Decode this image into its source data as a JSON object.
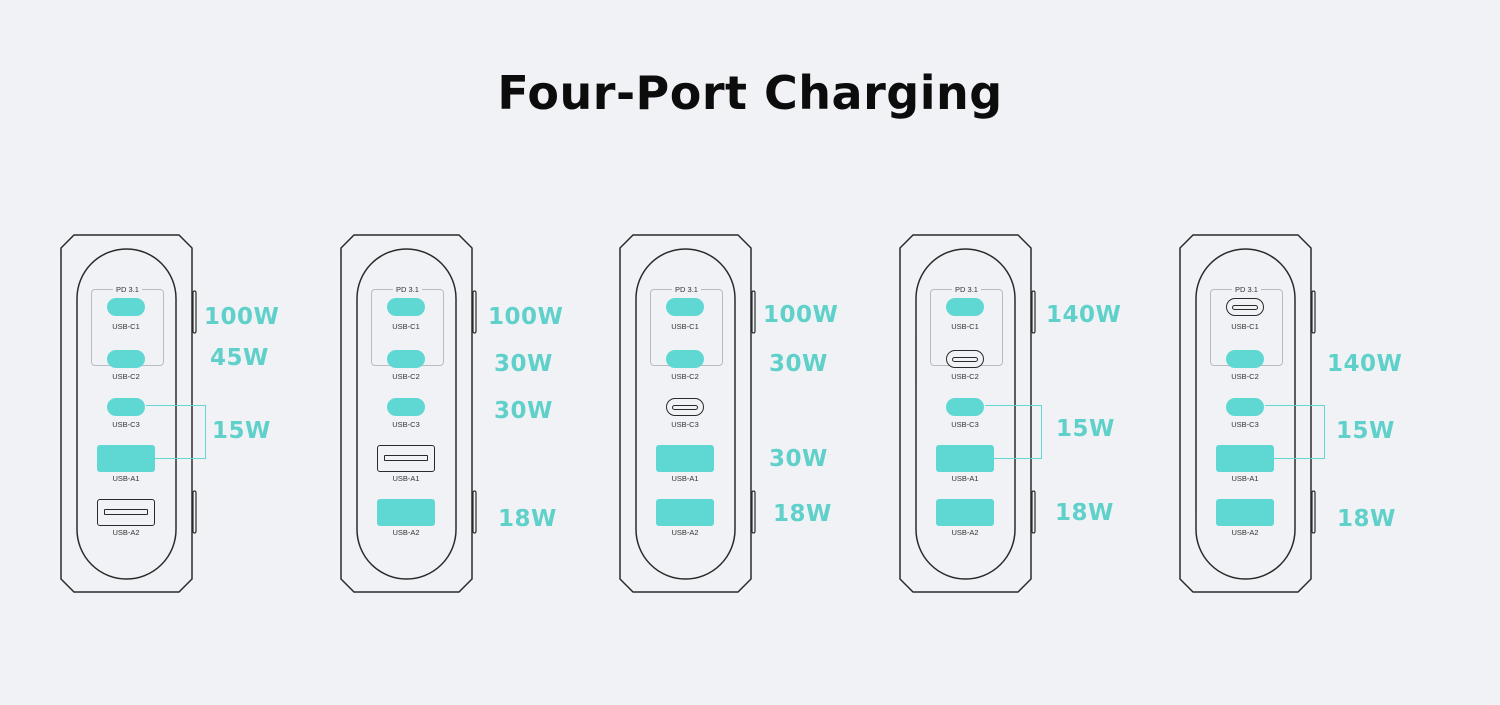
{
  "title": "Four-Port Charging",
  "accent_color": "#5fd8d4",
  "pd_label": "PD 3.1",
  "port_labels": {
    "c1": "USB-C1",
    "c2": "USB-C2",
    "c3": "USB-C3",
    "a1": "USB-A1",
    "a2": "USB-A2"
  },
  "configs": [
    {
      "active_ports": [
        "USB-C1",
        "USB-C2",
        "USB-C3",
        "USB-A1"
      ],
      "watts": [
        "100W",
        "45W",
        "15W"
      ]
    },
    {
      "active_ports": [
        "USB-C1",
        "USB-C2",
        "USB-C3",
        "USB-A2"
      ],
      "watts": [
        "100W",
        "30W",
        "30W",
        "18W"
      ]
    },
    {
      "active_ports": [
        "USB-C1",
        "USB-C2",
        "USB-A1",
        "USB-A2"
      ],
      "watts": [
        "100W",
        "30W",
        "30W",
        "18W"
      ]
    },
    {
      "active_ports": [
        "USB-C1",
        "USB-C3",
        "USB-A1",
        "USB-A2"
      ],
      "watts": [
        "140W",
        "15W",
        "18W"
      ]
    },
    {
      "active_ports": [
        "USB-C2",
        "USB-C3",
        "USB-A1",
        "USB-A2"
      ],
      "watts": [
        "140W",
        "15W",
        "18W"
      ]
    }
  ]
}
